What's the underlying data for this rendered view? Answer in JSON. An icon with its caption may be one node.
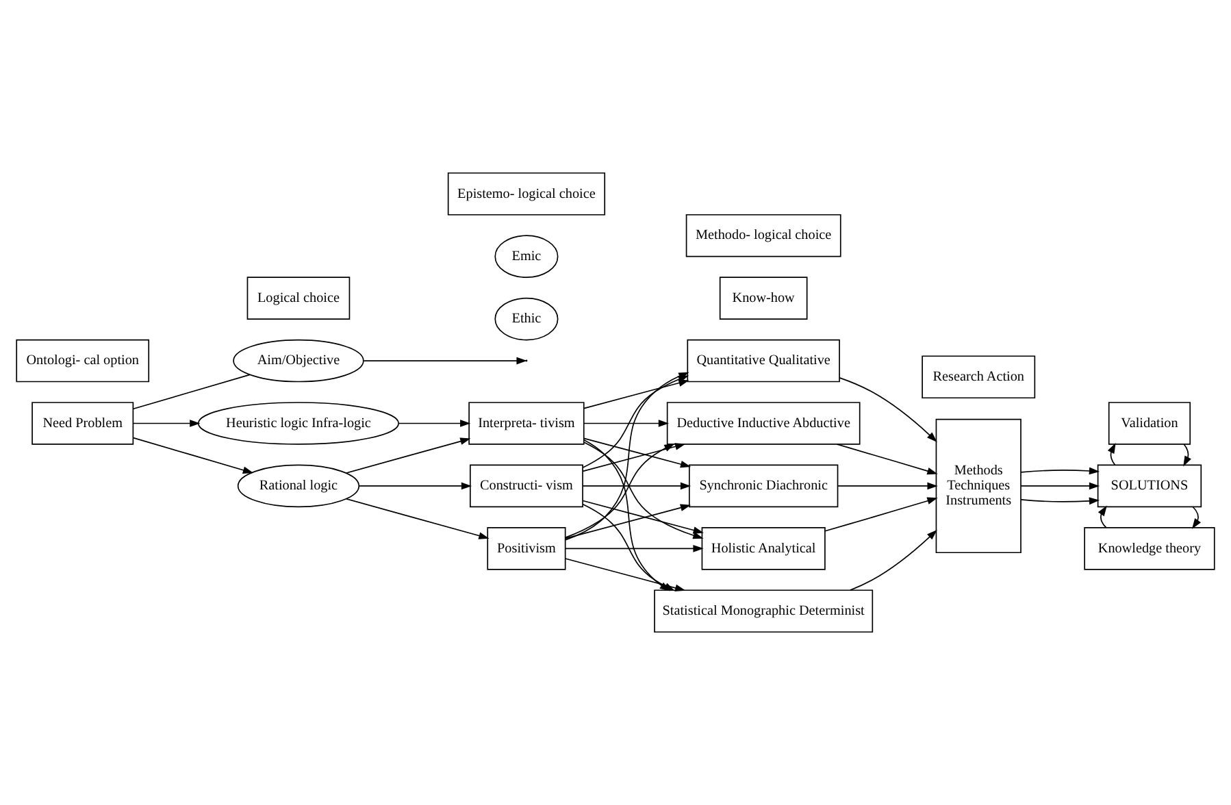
{
  "diagram": {
    "nodes": [
      {
        "text": [
          "Aim/Objective"
        ]
      },
      {
        "text": [
          "Need Problem"
        ]
      },
      {
        "text": [
          "Rational logic"
        ]
      },
      {
        "text": [
          "Heuristic logic Infra-logic"
        ]
      },
      {
        "text": [
          "Positivism"
        ]
      },
      {
        "text": [
          "Ethic"
        ]
      },
      {
        "text": [
          "Constructi- vism"
        ]
      },
      {
        "text": [
          "Emic"
        ]
      },
      {
        "text": [
          "Interpreta- tivism"
        ]
      },
      {
        "text": [
          "Know-how"
        ]
      },
      {
        "text": [
          "Deductive Inductive Abductive"
        ]
      },
      {
        "text": [
          "Synchronic Diachronic"
        ]
      },
      {
        "text": [
          "Holistic Analytical"
        ]
      },
      {
        "text": [
          "Statistical Monographic Determinist"
        ]
      },
      {
        "text": [
          "Quantitative Qualitative"
        ]
      },
      {
        "text": [
          "Methods",
          "Techniques",
          "Instruments"
        ]
      },
      {
        "text": [
          "Knowledge theory"
        ]
      },
      {
        "text": [
          "SOLUTIONS"
        ]
      },
      {
        "text": [
          "Validation"
        ]
      },
      {
        "text": [
          "Ontologi- cal option"
        ]
      },
      {
        "text": [
          "Logical choice"
        ]
      },
      {
        "text": [
          "Epistemo- logical choice"
        ]
      },
      {
        "text": [
          "Methodo- logical choice"
        ]
      },
      {
        "text": [
          "Research Action"
        ]
      }
    ],
    "edges": [
      {
        "from": 1,
        "to": 0,
        "arrow": "none"
      },
      {
        "from": 0,
        "to": null,
        "arrow": "to"
      },
      {
        "from": 1,
        "to": 2,
        "arrow": "to"
      },
      {
        "from": 1,
        "to": 3,
        "arrow": "to"
      },
      {
        "from": 2,
        "to": 4,
        "arrow": "to"
      },
      {
        "from": 2,
        "to": 6,
        "arrow": "to"
      },
      {
        "from": 2,
        "to": 8,
        "arrow": "to"
      },
      {
        "from": 3,
        "to": 8,
        "arrow": "to"
      },
      {
        "from": 4,
        "to": 10,
        "arrow": "to"
      },
      {
        "from": 4,
        "to": 11,
        "arrow": "to"
      },
      {
        "from": 4,
        "to": 12,
        "arrow": "to"
      },
      {
        "from": 4,
        "to": 13,
        "arrow": "to"
      },
      {
        "from": 4,
        "to": 14,
        "arrow": "to"
      },
      {
        "from": 6,
        "to": 10,
        "arrow": "to"
      },
      {
        "from": 6,
        "to": 11,
        "arrow": "to"
      },
      {
        "from": 6,
        "to": 12,
        "arrow": "to"
      },
      {
        "from": 6,
        "to": 13,
        "arrow": "to"
      },
      {
        "from": 6,
        "to": 14,
        "arrow": "to"
      },
      {
        "from": 8,
        "to": 10,
        "arrow": "to"
      },
      {
        "from": 8,
        "to": 11,
        "arrow": "to"
      },
      {
        "from": 8,
        "to": 12,
        "arrow": "to"
      },
      {
        "from": 8,
        "to": 13,
        "arrow": "to"
      },
      {
        "from": 8,
        "to": 14,
        "arrow": "to"
      },
      {
        "from": 10,
        "to": 15,
        "arrow": "to"
      },
      {
        "from": 11,
        "to": 15,
        "arrow": "to"
      },
      {
        "from": 12,
        "to": 15,
        "arrow": "to"
      },
      {
        "from": 13,
        "to": 15,
        "arrow": "to"
      },
      {
        "from": 14,
        "to": 15,
        "arrow": "to"
      },
      {
        "from": 15,
        "to": 17,
        "arrow": "to"
      },
      {
        "from": 15,
        "to": 17,
        "arrow": "to"
      },
      {
        "from": 15,
        "to": 17,
        "arrow": "to"
      },
      {
        "from": 17,
        "to": 16,
        "arrow": "to"
      },
      {
        "from": 16,
        "to": 17,
        "arrow": "to"
      },
      {
        "from": 18,
        "to": 17,
        "arrow": "to"
      },
      {
        "from": 17,
        "to": 18,
        "arrow": "to"
      }
    ]
  }
}
